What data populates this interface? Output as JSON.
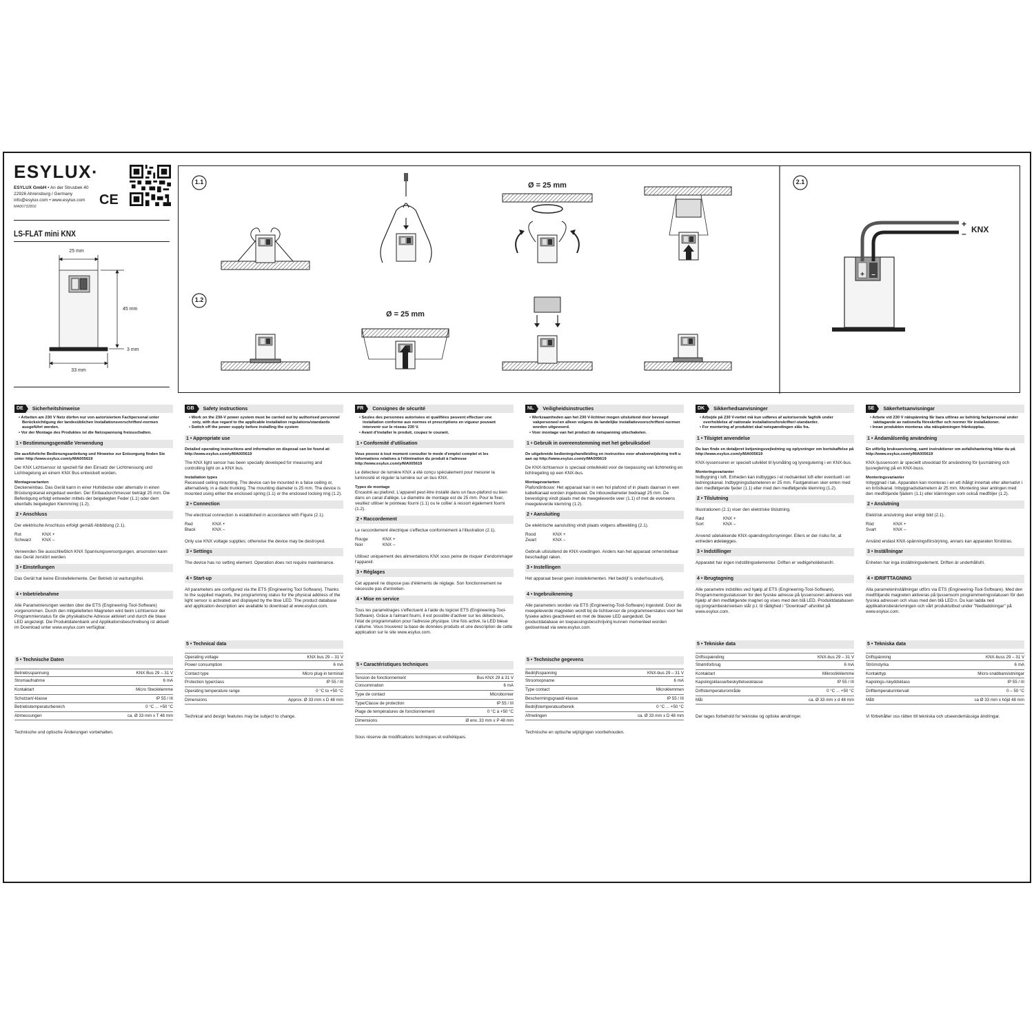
{
  "header": {
    "logo": "ESYLUX·",
    "company": "ESYLUX GmbH",
    "address_tail": " • An der Strusbek 40",
    "city": "22926 Ahrensburg / Germany",
    "contact": "info@esylux.com • www.esylux.com",
    "doc_number": "MA00732802",
    "ce_mark": "CE",
    "product": "LS-FLAT mini KNX"
  },
  "dimensions": {
    "top_width": "25 mm",
    "height": "45 mm",
    "flange": "3 mm",
    "bottom_width": "33 mm"
  },
  "figures": {
    "tag_1_1": "1.1",
    "tag_1_2": "1.2",
    "tag_2_1": "2.1",
    "diameter_1": "Ø = 25 mm",
    "diameter_2": "Ø = 25 mm",
    "knx_plus": "+",
    "knx_minus": "–",
    "knx_label": "KNX",
    "term_plus": "+",
    "term_minus": "–"
  },
  "columns": [
    {
      "lang": "DE",
      "safety_title": "Sicherheitshinweise",
      "safety": [
        "• Arbeiten am 230 V Netz dürfen nur von autorisiertem Fachpersonal unter Berücksichtigung der landesüblichen Installationsvorschriften/-normen ausgeführt werden.",
        "• Vor der Montage des Produktes ist die Netzspannung freizuschalten."
      ],
      "s1_title": "1 • Bestimmungsgemäße Verwendung",
      "s1_bold": "Die ausführliche Bedienungsanleitung und Hinweise zur Entsorgung finden Sie unter http://www.esylux.com/y/MA005619",
      "s1_text": "Der KNX Lichtsensor ist speziell für den Einsatz der Lichtmessung und Lichtregelung an einem KNX Bus entwickelt worden.",
      "s1_sub": "Montagevarianten",
      "s1_sub_text": "Deckeneinbau. Das Gerät kann in einer Hohldecke oder alternativ in einen Brüstungskanal eingebaut werden. Der Einbaudurchmesser beträgt 25 mm. Die Befestigung erfolgt entweder mittels der beigelegten Feder (1.1) oder dem ebenfalls beigelegten Klemmring (1.2).",
      "s2_title": "2 • Anschluss",
      "s2_text": "Der elektrische Anschluss erfolgt gemäß Abbildung (2.1).",
      "red": "Rot",
      "red_val": "KNX +",
      "black": "Schwarz",
      "black_val": "KNX –",
      "s2_text2": "Verwenden Sie ausschließlich KNX Spannungsversorgungen, ansonsten kann das Gerät zerstört werden.",
      "s3_title": "3 • Einstellungen",
      "s3_text": "Das Gerät hat keine Einstellelemente. Der Betrieb ist wartungsfrei.",
      "s4_title": "4 • Inbetriebnahme",
      "s4_text": "Alle Parametrierungen werden über die ETS (Engineering-Tool-Software) vorgenommen. Durch den mitgelieferten Magneten wird beim Lichtsensor der Programmierstatus für die physikalische Adresse aktiviert und durch die blaue LED angezeigt. Die Produktdatenbank und Applikationsbeschreibung ist aktuell im Download unter www.esylux.com verfügbar.",
      "s5_title": "5 • Technische Daten",
      "rows": [
        [
          "Betriebsspannung",
          "KNX Bus 29 – 31 V"
        ],
        [
          "Stromaufnahme",
          "6 mA"
        ],
        [
          "Kontaktart",
          "Micro Steckklemme"
        ],
        [
          "Schutzart/-klasse",
          "IP 55 / III"
        ],
        [
          "Betriebstemperaturbereich",
          "0 °C ... +50 °C"
        ],
        [
          "Abmessungen",
          "ca. Ø 33 mm x T 48 mm"
        ]
      ],
      "note": "Technische und optische Änderungen vorbehalten."
    },
    {
      "lang": "GB",
      "safety_title": "Safety instructions",
      "safety": [
        "• Work on the 230-V power system must be carried out by authorised personnel only, with due regard to the applicable installation regulations/standards",
        "• Switch off the power supply before installing the system"
      ],
      "s1_title": "1 • Appropriate use",
      "s1_bold": "Detailed operating instructions and information on disposal can be found at: http://www.esylux.com/y/MA005619",
      "s1_text": "The KNX light sensor has been specially developed for measuring and controlling light on a KNX bus.",
      "s1_sub": "Installation types",
      "s1_sub_text": "Recessed ceiling mounting. The device can be mounted in a false ceiling or, alternatively, in a dado trunking. The mounting diameter is 25 mm. The device is mounted using either the enclosed spring (1.1) or the enclosed locking ring (1.2).",
      "s2_title": "2 • Connection",
      "s2_text": "The electrical connection is established in accordance with Figure (2.1).",
      "red": "Red",
      "red_val": "KNX +",
      "black": "Black",
      "black_val": "KNX –",
      "s2_text2": "Only use KNX voltage supplies; otherwise the device may be destroyed.",
      "s3_title": "3 • Settings",
      "s3_text": "The device has no setting element. Operation does not require maintenance.",
      "s4_title": "4 • Start-up",
      "s4_text": "All parameters are configured via the ETS (Engineering Tool Software). Thanks to the supplied magnets, the programming status for the physical address of the light sensor is activated and displayed by the blue LED. The product database and application description are available to download at www.esylux.com.",
      "s5_title": "5 • Technical data",
      "rows": [
        [
          "Operating voltage",
          "KNX bus 29 – 31 V"
        ],
        [
          "Power consumption",
          "6 mA"
        ],
        [
          "Contact type",
          "Micro plug-in terminal"
        ],
        [
          "Protection type/class",
          "IP 55 / III"
        ],
        [
          "Operating temperature range",
          "0 °C to +50 °C"
        ],
        [
          "Dimensions",
          "Approx. Ø 33 mm x D 48 mm"
        ]
      ],
      "note": "Technical and design features may be subject to change."
    },
    {
      "lang": "FR",
      "safety_title": "Consignes de sécurité",
      "safety": [
        "• Seules des personnes autorisées et qualifiées peuvent effectuer une installation conforme aux normes et prescriptions en vigueur pouvant intervenir sur le réseau 230 V.",
        "• Avant d'installer le produit, coupez le courant."
      ],
      "s1_title": "1 • Conformité d'utilisation",
      "s1_bold": "Vous pouvez à tout moment consulter le mode d'emploi complet et les informations relatives à l'élimination du produit à l'adresse http://www.esylux.com/y/MA005619",
      "s1_text": "Le détecteur de lumière KNX a été conçu spécialement pour mesurer la luminosité et réguler la lumière sur un bus KNX.",
      "s1_sub": "Types de montage",
      "s1_sub_text": "Encastré au plafond. L'appareil peut être installé dans un faux-plafond ou bien dans un canal d'allège. Le diamètre de montage est de 25 mm. Pour le fixer, veuillez utiliser le pointeau fourni (1.1) ou le collier à ressort également fourni (1.2).",
      "s2_title": "2 • Raccordement",
      "s2_text": "Le raccordement électrique s'effectue conformément à l'illustration (2.1).",
      "red": "Rouge",
      "red_val": "KNX +",
      "black": "Noir",
      "black_val": "KNX –",
      "s2_text2": "Utilisez uniquement des alimentations KNX sous peine de risquer d'endommager l'appareil.",
      "s3_title": "3 • Réglages",
      "s3_text": "Cet appareil ne dispose pas d'éléments de réglage. Son fonctionnement ne nécessite pas d'entretien.",
      "s4_title": "4 • Mise en service",
      "s4_text": "Tous les paramétrages s'effectuent à l'aide du logiciel ETS (Engineering-Tool-Software). Grâce à l'aimant fourni, il est possible d'activer sur les détecteurs, l'état de programmation pour l'adresse physique. Une fois activé, la LED bleue s'allume. Vous trouverez la base de données produits et une description de cette application sur le site www.esylux.com.",
      "s5_title": "5 • Caractéristiques techniques",
      "rows": [
        [
          "Tension de fonctionnement",
          "Bus KNX 29 à 31 V"
        ],
        [
          "Consommation",
          "6 mA"
        ],
        [
          "Type de contact",
          "Microbornier"
        ],
        [
          "Type/Classe de protection",
          "IP 55 / III"
        ],
        [
          "Plage de températures de fonctionnement",
          "0 °C à +50 °C"
        ],
        [
          "Dimensions",
          "Ø env. 33 mm x P 48 mm"
        ]
      ],
      "note": "Sous réserve de modifications techniques et esthétiques."
    },
    {
      "lang": "NL",
      "safety_title": "Veiligheidsinstructies",
      "safety": [
        "• Werkzaamheden aan het 230 V-lichtnet mogen uitsluitend door bevoegd vakpersoneel en alleen volgens de landelijke installatievoorschriften/-normen worden uitgevoerd.",
        "• Voor montage van het product de netspanning uitschakelen."
      ],
      "s1_title": "1 • Gebruik in overeenstemming met het gebruiksdoel",
      "s1_bold": "De uitgebreide bedieningshandleiding en instructies voor afvalverwijdering treft u aan op http://www.esylux.com/y/MA005619",
      "s1_text": "De KNX-lichtsensor is speciaal ontwikkeld voor de toepassing van lichtmeting en lichtregeling op een KNX-bus.",
      "s1_sub": "Montagevarianten",
      "s1_sub_text": "Plafondinbouw: Het apparaat kan in een hol plafond of in plaats daarvan in een kabelkanaal worden ingebouwd. De inbouwdiameter bedraagt 25 mm. De bevestiging vindt plaats met de meegeleverde veer (1.1) of met de eveneens meegeleverde klemring (1.2).",
      "s2_title": "2 • Aansluiting",
      "s2_text": "De elektrische aansluiting vindt plaats volgens afbeelding (2.1).",
      "red": "Rood",
      "red_val": "KNX +",
      "black": "Zwart",
      "black_val": "KNX –",
      "s2_text2": "Gebruik uitsluitend de KNX-voedingen. Anders kan het apparaat onherstelbaar beschadigd raken.",
      "s3_title": "3 • Instellingen",
      "s3_text": "Het apparaat bevat geen instelelementen. Het bedrijf is onderhoudsvrij.",
      "s4_title": "4 • Ingebruikneming",
      "s4_text": "Alle parameters worden via ETS (Engineering-Tool-Software) ingesteld. Door de meegeleverde magneten wordt bij de lichtsensor de programmeerstatus voor het fysieke adres geactiveerd en met de blauwe LED aangeduid. De productdatabase en toepassingsbeschrijving kunnen momenteel worden gedownload via www.esylux.com.",
      "s5_title": "5 • Technische gegevens",
      "rows": [
        [
          "Bedrijfsspanning",
          "KNX-bus 29 – 31 V"
        ],
        [
          "Stroomopname",
          "6 mA"
        ],
        [
          "Type contact",
          "Microklemmen"
        ],
        [
          "Beschermingsgraad/-klasse",
          "IP 55 / III"
        ],
        [
          "Bedrijfstemperatuurbereik",
          "0 °C ... +50 °C"
        ],
        [
          "Afmetingen",
          "ca. Ø 33 mm x D 48 mm"
        ]
      ],
      "note": "Technische en optische wijzigingen voorbehouden."
    },
    {
      "lang": "DK",
      "safety_title": "Sikkerhedsanvisninger",
      "safety": [
        "• Arbejde på 230 V-nettet må kun udføres af autoriserede fagfolk under overholdelse af nationale installationsforskrifter/-standarder.",
        "• For montering af produktet skal netspændingen slås fra."
      ],
      "s1_title": "1 • Tilsigtet anvendelse",
      "s1_bold": "Du kan finde en detaljeret betjeningsvejledning og oplysninger om bortskaffelse på http://www.esylux.com/y/MA005619",
      "s1_text": "KNX-lyssensoren er specielt udviklet til lysmåling og lysregulering i en KNX-bus.",
      "s1_sub": "Monteringsvarianter",
      "s1_sub_text": "Indbygning i loft. Enheden kan indbygges i et nedsænket loft eller eventuelt i en ledningskanal. Indbygningsdiameteren er 25 mm. Fastgørelsen sker enten med den medfølgende fjeder (1.1) eller med den medfølgende klemring (1.2).",
      "s2_title": "2 • Tilslutning",
      "s2_text": "Illustrationen (2.1) viser den elektriske tilslutning.",
      "red": "Rød",
      "red_val": "KNX +",
      "black": "Sort",
      "black_val": "KNX –",
      "s2_text2": "Anvend udelukkende KNX-spændingsforsyninger. Ellers er der risiko for, at enheden ødelægges.",
      "s3_title": "3 • Indstillinger",
      "s3_text": "Apparatet har ingen indstillingselementer. Driften er vedligeholdelsesfri.",
      "s4_title": "4 • Ibrugtagning",
      "s4_text": "Alle parametre indstilles ved hjælp af ETS (Engineering-Tool-Software). Programmeringsstatussen for den fysiske adresse på lyssensoren aktiveres ved hjælp af den medfølgende magnet og vises med den blå LED. Produktdatabasen og programbeskrivelsen står p.t. til rådighed i \"Download\"-afsnittet på www.esylux.com.",
      "s5_title": "5 • Tekniske data",
      "rows": [
        [
          "Driftsspænding",
          "KNX-bus 29 – 31 V"
        ],
        [
          "Strømforbrug",
          "6 mA"
        ],
        [
          "Kontaktart",
          "Mikrostikklemme"
        ],
        [
          "Kapslingsklasse/beskyttelsesklasse",
          "IP 55 / III"
        ],
        [
          "Driftstemperaturområde",
          "0 °C ... +50 °C"
        ],
        [
          "Mål",
          "ca. Ø 33 mm x d 48 mm"
        ]
      ],
      "note": "Der tages forbehold for tekniske og optiske ændringer."
    },
    {
      "lang": "SE",
      "safety_title": "Säkerhetsanvisningar",
      "safety": [
        "• Arbete vid 230 V nätspänning får bara utföras av behörig fackpersonal under iakttagande av nationella föreskrifter och normer för installationer.",
        "• Innan produkten monteras ska nätspänningen frånkopplas."
      ],
      "s1_title": "1 • Ändamålsenlig användning",
      "s1_bold": "En utförlig bruksanvisning, samt instruktioner om avfallshantering hittar du på http://www.esylux.com/y/MA005619",
      "s1_text": "KNX-ljussensorn är speciellt utvecklad för användning för ljusmätning och ljusreglering på en KNX-buss.",
      "s1_sub": "Monteringsvarianter",
      "s1_sub_text": "Inbyggnad i tak. Apparaten kan monteras i en ett ihåligt innertak eller alternativt i en bröstkanal. Inbyggnadsdiametern är 25 mm. Montering sker antingen med den medföljande fjädern (1.1) eller klämringen som också medföljer (1.2).",
      "s2_title": "2 • Anslutning",
      "s2_text": "Elektrisk anslutning sker enligt bild (2.1).",
      "red": "Röd",
      "red_val": "KNX +",
      "black": "Svart",
      "black_val": "KNX –",
      "s2_text2": "Använd endast KNX-spänningsförsörjning, annars kan apparaten förstöras.",
      "s3_title": "3 • Inställningar",
      "s3_text": "Enheten har inga inställningselement. Driften är underhållsfri.",
      "s4_title": "4 • IDRIFTTAGNING",
      "s4_text": "Alla parameterinställningar utförs via ETS (Engineering-Tool-Software). Med den medföljande magneten aktiveras på ljussensorn programmeringsstatusen för den fysiska adressen och visas med den blå LED:n. Du kan ladda ned applikationsbeskrivningen och vårt produktutbud under \"Nedladdningar\" på www.esylux.com.",
      "s5_title": "5 • Tekniska data",
      "rows": [
        [
          "Driftspänning",
          "KNX-buss 29 – 31 V"
        ],
        [
          "Strömstyrka",
          "6 mA"
        ],
        [
          "Kontakttyp",
          "Micro-snabbanslutningar"
        ],
        [
          "Kapslings-/skyddsklass",
          "IP 55 / III"
        ],
        [
          "Drifttemperaturintervall",
          "0 – 50 °C"
        ],
        [
          "Mått",
          "ca Ø 33 mm x höjd 48 mm"
        ]
      ],
      "note": "Vi förbehåller oss rätten till tekniska och utseendemässiga ändringar."
    }
  ]
}
